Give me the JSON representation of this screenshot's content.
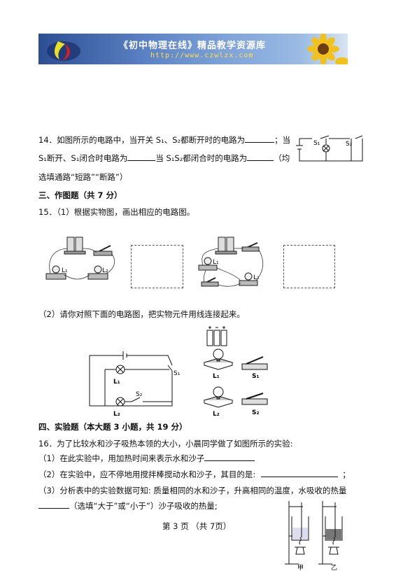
{
  "banner": {
    "title": "《初中物理在线》精品教学资源库",
    "url": "http://www.czwlzx.com"
  },
  "q14": {
    "line1": "14．如图所示的电路中，当开关 S₁、S₂都断开时的电路为",
    "line1_after": "；当",
    "line2_a": "S₁断开、S₁闭合时电路为",
    "line2_b": "当 S₁S₂都闭合时的电路为",
    "line2_c": "（均",
    "line3": "选填通路“短路”“断路”）",
    "fig_labels": {
      "s1": "S₁",
      "s2": "S₂"
    }
  },
  "section3": {
    "title": "三、作图题（共 7 分）"
  },
  "q15": {
    "part1": "15．（1）根据实物图，画出相应的电路图。",
    "part2": "（2）请你对照下面的电路图，把实物元件用线连接起来。",
    "circuit_labels": {
      "l1": "L₁",
      "l2": "L₂",
      "s1": "S₁",
      "s2": "S₂"
    },
    "component_labels": {
      "l1": "L₁",
      "s1": "S₁",
      "l2": "L₂",
      "s2": "S₂"
    }
  },
  "section4": {
    "title": "四、实验题（本大题 3 小题，共 19 分）"
  },
  "q16": {
    "intro": "16．为了比较水和沙子吸热本领的大小，小晨同学做了如图所示的实验:",
    "p1": "（1）在此实验中，用加热时间来表示水和沙子",
    "p2": "（2）在实验中，应不停地用搅拌棒搅动水和沙子，其目的是:",
    "p2_end": "；",
    "p3": "（3）分析表中的实验数据可知: 质量相同的水和沙子，升高相同的温度，水吸收的热量",
    "p4": "（选填“大于”或“小于”）沙子吸收的热量;",
    "fig_labels": {
      "left": "甲",
      "right": "乙"
    }
  },
  "footer": {
    "page": "第 3 页  （共 7页）"
  }
}
